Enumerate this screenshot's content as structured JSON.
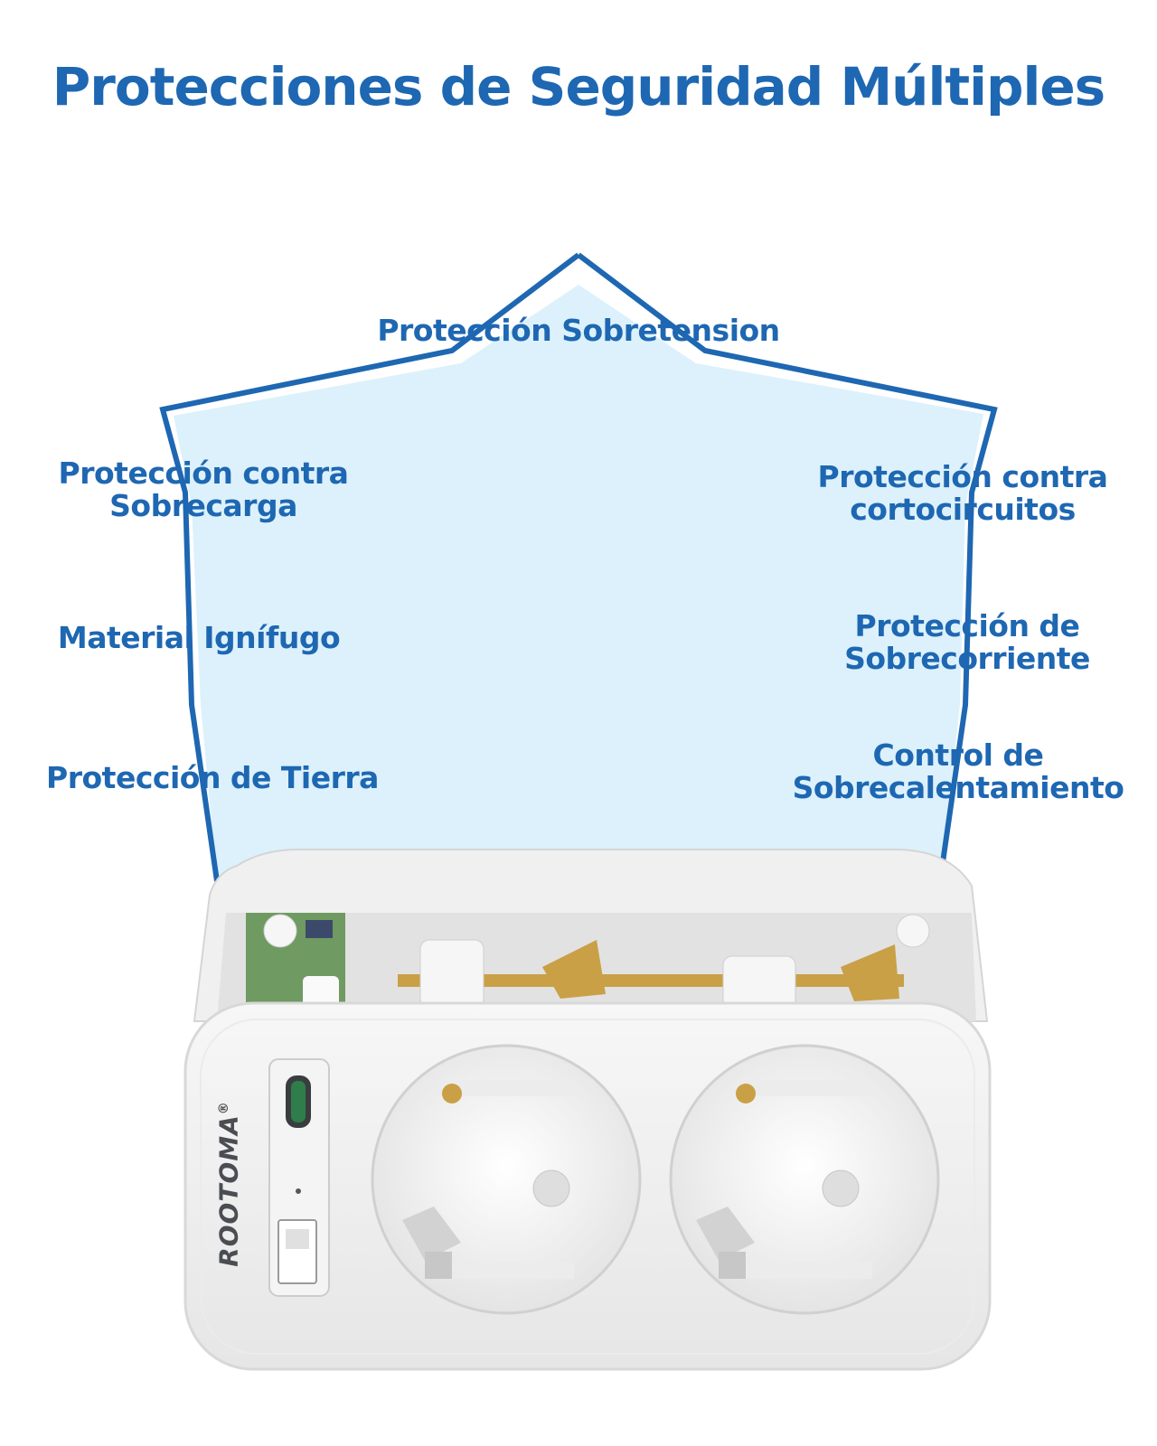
{
  "title": "Protecciones de Seguridad Múltiples",
  "accent_color": "#1e67b2",
  "shield_fill": "#dcf1fb",
  "features": {
    "top": "Protección Sobretension",
    "left_1": [
      "Protección contra",
      "Sobrecarga"
    ],
    "left_2": "Material Ignífugo",
    "left_3": "Protección de Tierra",
    "right_1": [
      "Protección contra",
      "cortocircuitos"
    ],
    "right_2": [
      "Protección de",
      "Sobrecorriente"
    ],
    "right_3": [
      "Control de",
      "Sobrecalentamiento"
    ]
  },
  "product": {
    "brand": "ROOTOMA",
    "trademark": "®",
    "sockets": 2,
    "icons": [
      "usb-c-port-icon",
      "usb-a-port-icon",
      "indicator-light-icon"
    ]
  }
}
